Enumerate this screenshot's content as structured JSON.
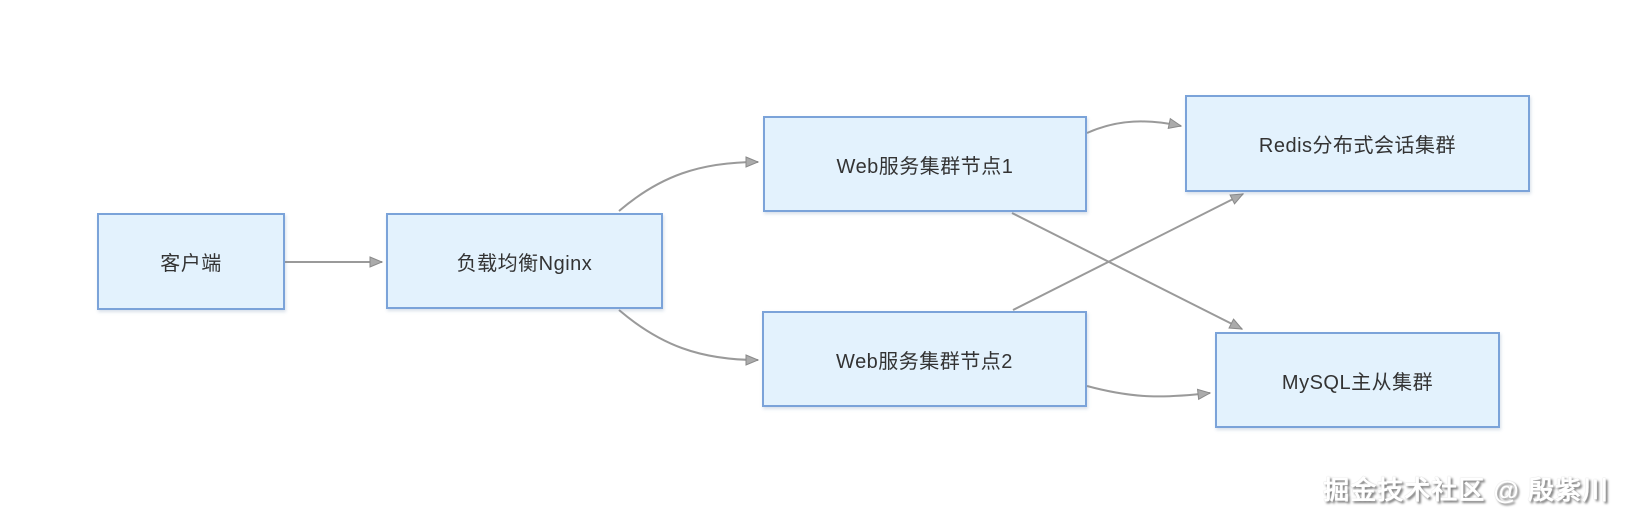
{
  "diagram": {
    "title": "",
    "nodes": [
      {
        "id": "client",
        "label": "客户端"
      },
      {
        "id": "nginx",
        "label": "负载均衡Nginx"
      },
      {
        "id": "web1",
        "label": "Web服务集群节点1"
      },
      {
        "id": "web2",
        "label": "Web服务集群节点2"
      },
      {
        "id": "redis",
        "label": "Redis分布式会话集群"
      },
      {
        "id": "mysql",
        "label": "MySQL主从集群"
      }
    ],
    "edges": [
      {
        "from": "client",
        "to": "nginx"
      },
      {
        "from": "nginx",
        "to": "web1"
      },
      {
        "from": "nginx",
        "to": "web2"
      },
      {
        "from": "web1",
        "to": "redis"
      },
      {
        "from": "web1",
        "to": "mysql"
      },
      {
        "from": "web2",
        "to": "redis"
      },
      {
        "from": "web2",
        "to": "mysql"
      }
    ],
    "colors": {
      "node_fill": "#e3f2fd",
      "node_border": "#7ba3d9",
      "edge_line": "#9a9a9a",
      "arrowhead_fill": "#ababab",
      "arrowhead_stroke": "#8a8a8a",
      "label_text": "#333333",
      "background": "#ffffff"
    }
  },
  "watermark": {
    "text": "掘金技术社区 @ 殷紫川"
  }
}
